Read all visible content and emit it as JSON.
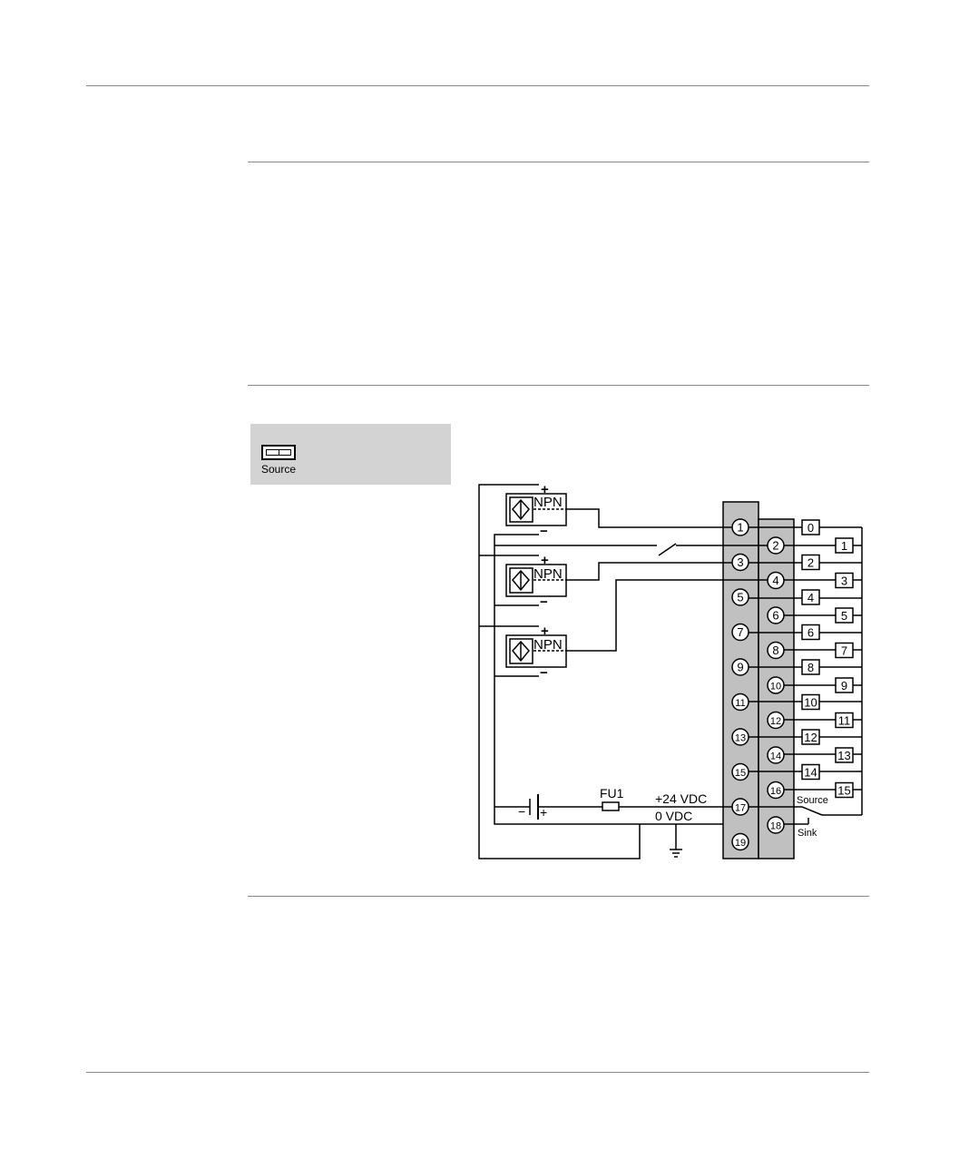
{
  "dip_switch": {
    "label": "Source"
  },
  "diagram": {
    "sensor_label": "NPN",
    "plus_sign": "+",
    "minus_sign": "−",
    "terminals_left": [
      "1",
      "3",
      "5",
      "7",
      "9",
      "11",
      "13",
      "15",
      "17",
      "19"
    ],
    "terminals_right": [
      "2",
      "4",
      "6",
      "8",
      "10",
      "12",
      "14",
      "16",
      "18"
    ],
    "inputs_left": [
      "0",
      "2",
      "4",
      "6",
      "8",
      "10",
      "12",
      "14"
    ],
    "inputs_right": [
      "1",
      "3",
      "5",
      "7",
      "9",
      "11",
      "13",
      "15"
    ],
    "fuse_label": "FU1",
    "supply_plus": "+24 VDC",
    "supply_zero": "0 VDC",
    "source_label": "Source",
    "sink_label": "Sink",
    "battery_minus": "−",
    "battery_plus": "+"
  }
}
